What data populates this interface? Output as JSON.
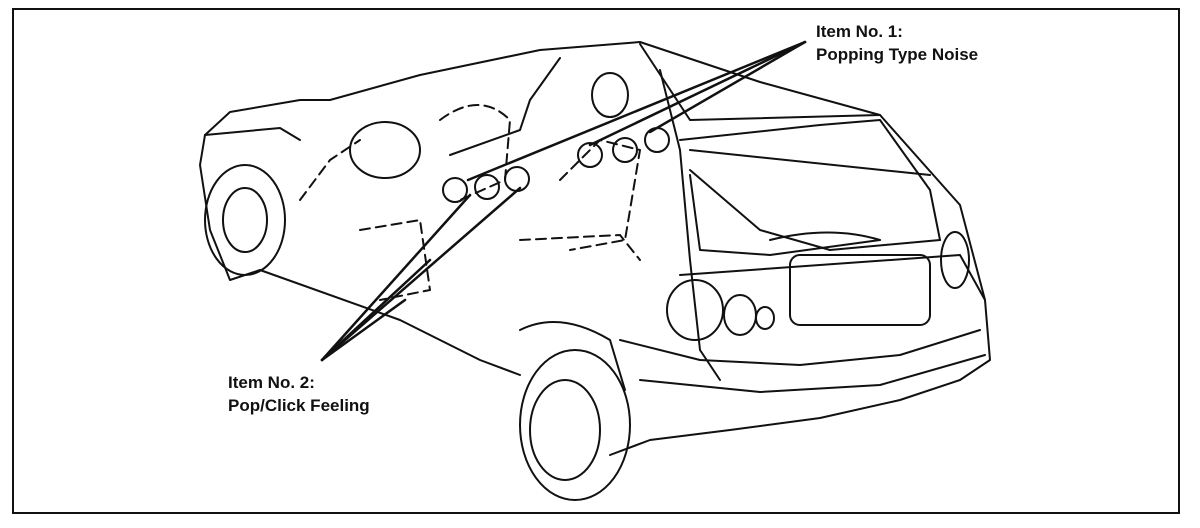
{
  "callouts": {
    "item1": {
      "line1": "Item No. 1:",
      "line2": "Popping Type Noise"
    },
    "item2": {
      "line1": "Item No. 2:",
      "line2": "Pop/Click Feeling"
    }
  },
  "colors": {
    "ink": "#111111",
    "background": "#ffffff"
  }
}
